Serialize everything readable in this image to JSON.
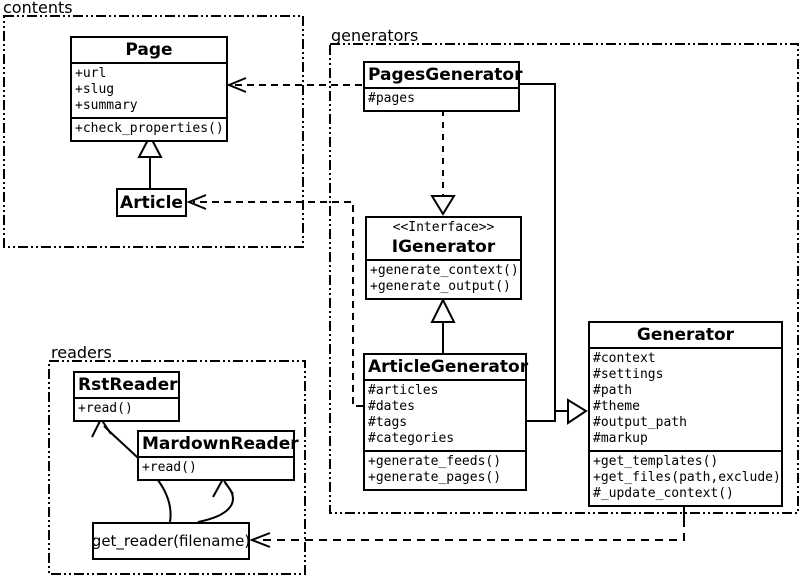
{
  "diagram": {
    "background_color": "#ffffff",
    "line_color": "#000000"
  },
  "packages": {
    "contents": {
      "label": "contents"
    },
    "generators": {
      "label": "generators"
    },
    "readers": {
      "label": "readers"
    }
  },
  "classes": {
    "page": {
      "name": "Page",
      "attributes": [
        "+url",
        "+slug",
        "+summary"
      ],
      "methods": [
        "+check_properties()"
      ]
    },
    "article": {
      "name": "Article"
    },
    "pages_generator": {
      "name": "PagesGenerator",
      "attributes": [
        "#pages"
      ]
    },
    "igenerator": {
      "stereotype": "<<Interface>>",
      "name": "IGenerator",
      "methods": [
        "+generate_context()",
        "+generate_output()"
      ]
    },
    "article_generator": {
      "name": "ArticleGenerator",
      "attributes": [
        "#articles",
        "#dates",
        "#tags",
        "#categories"
      ],
      "methods": [
        "+generate_feeds()",
        "+generate_pages()"
      ]
    },
    "generator": {
      "name": "Generator",
      "attributes": [
        "#context",
        "#settings",
        "#path",
        "#theme",
        "#output_path",
        "#markup"
      ],
      "methods": [
        "+get_templates()",
        "+get_files(path,exclude)",
        "#_update_context()"
      ]
    },
    "rst_reader": {
      "name": "RstReader",
      "methods": [
        "+read()"
      ]
    },
    "mardown_reader": {
      "name": "MardownReader",
      "methods": [
        "+read()"
      ]
    },
    "get_reader": {
      "label": "get_reader(filename)"
    }
  }
}
